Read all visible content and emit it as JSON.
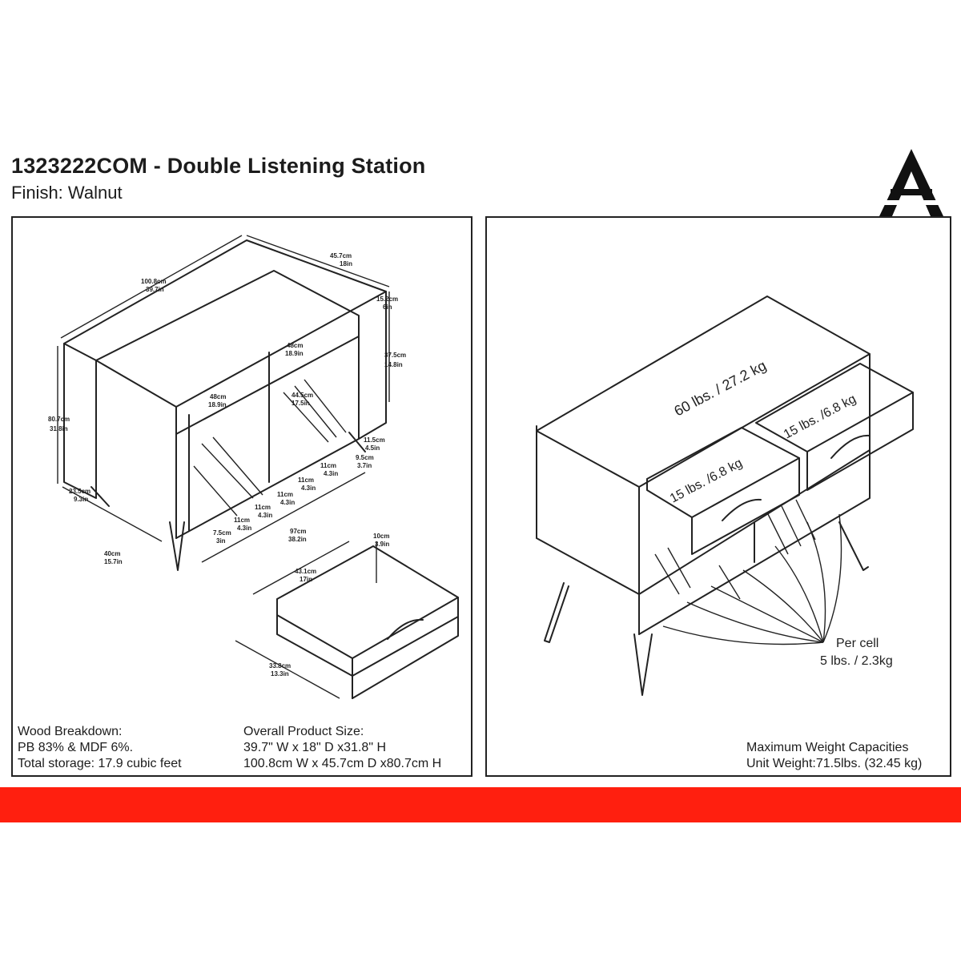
{
  "header": {
    "title": "1323222COM - Double Listening Station",
    "finish": "Finish:  Walnut"
  },
  "logo": {
    "letter": "A",
    "icon": "brand-a-logo"
  },
  "left_panel": {
    "dimensions": {
      "width_cm": "100.8cm",
      "width_in": "39.7in",
      "depth_cm": "45.7cm",
      "depth_in": "18in",
      "top_cm": "15.2cm",
      "top_in": "6in",
      "drawer_w_cm": "48cm",
      "drawer_w_in": "18.9in",
      "open_h_cm": "37.5cm",
      "open_h_in": "14.8in",
      "left_cell_cm": "48cm",
      "left_cell_in": "18.9in",
      "cell_depth_cm": "44.5cm",
      "cell_depth_in": "17.5in",
      "height_cm": "80.7cm",
      "height_in": "31.8in",
      "leg_cm": "23.5cm",
      "leg_in": "9.3in",
      "base_d_cm": "40cm",
      "base_d_in": "15.7in",
      "inner_w_cm": "97cm",
      "inner_w_in": "38.2in",
      "slot_a_cm": "11.5cm",
      "slot_a_in": "4.5in",
      "slot_b_cm": "11cm",
      "slot_b_in": "4.3in",
      "slot_c_cm": "11cm",
      "slot_c_in": "4.3in",
      "slot_d_cm": "11cm",
      "slot_d_in": "4.3in",
      "slot_e_cm": "11cm",
      "slot_e_in": "4.3in",
      "slot_f_cm": "11cm",
      "slot_f_in": "4.3in",
      "slot_g_cm": "7.5cm",
      "slot_g_in": "3in",
      "slot_h_cm": "9.5cm",
      "slot_h_in": "3.7in",
      "drawer_h_cm": "10cm",
      "drawer_h_in": "3.9in",
      "drawer_len_cm": "43.1cm",
      "drawer_len_in": "17in",
      "drawer_d_cm": "33.8cm",
      "drawer_d_in": "13.3in"
    },
    "notes": {
      "wood_heading": "Wood Breakdown:",
      "wood_mix": "PB 83% & MDF 6%.",
      "storage": "Total storage: 17.9 cubic feet",
      "size_heading": "Overall Product Size:",
      "size_in": "39.7\" W x 18\" D x31.8\" H",
      "size_cm": "100.8cm W x 45.7cm D x80.7cm H"
    }
  },
  "right_panel": {
    "top_capacity": "60 lbs. / 27.2 kg",
    "drawer_right_capacity": "15 lbs. /6.8 kg",
    "drawer_left_capacity": "15 lbs. /6.8 kg",
    "per_cell_label": "Per cell",
    "per_cell_capacity": "5 lbs. / 2.3kg",
    "max_heading": "Maximum Weight Capacities",
    "unit_weight": "Unit Weight:71.5lbs. (32.45 kg)"
  },
  "colors": {
    "band": "#ff1f0f",
    "ink": "#222222"
  }
}
